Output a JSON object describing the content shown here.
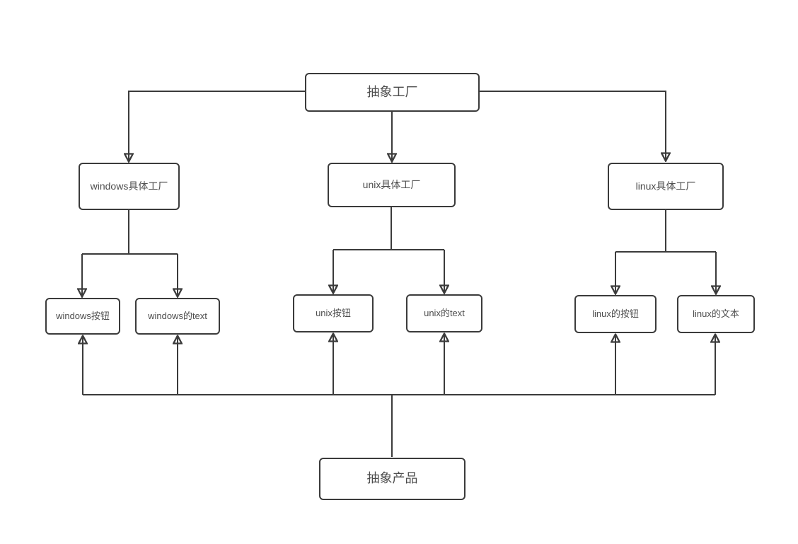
{
  "diagram_data": {
    "type": "flowchart",
    "title": "",
    "nodes": {
      "abstract_factory": {
        "label": "抽象工厂",
        "level": "root"
      },
      "windows_factory": {
        "label": "windows具体工厂",
        "level": "factory"
      },
      "unix_factory": {
        "label": "unix具体工厂",
        "level": "factory"
      },
      "linux_factory": {
        "label": "linux具体工厂",
        "level": "factory"
      },
      "windows_button": {
        "label": "windows按钮",
        "level": "product"
      },
      "windows_text": {
        "label": "windows的text",
        "level": "product"
      },
      "unix_button": {
        "label": "unix按钮",
        "level": "product"
      },
      "unix_text": {
        "label": "unix的text",
        "level": "product"
      },
      "linux_button": {
        "label": "linux的按钮",
        "level": "product"
      },
      "linux_text": {
        "label": "linux的文本",
        "level": "product"
      },
      "abstract_product": {
        "label": "抽象产品",
        "level": "root"
      }
    },
    "edges": [
      {
        "from": "abstract_factory",
        "to": "windows_factory",
        "arrow": "to"
      },
      {
        "from": "abstract_factory",
        "to": "unix_factory",
        "arrow": "to"
      },
      {
        "from": "abstract_factory",
        "to": "linux_factory",
        "arrow": "to"
      },
      {
        "from": "windows_factory",
        "to": "windows_button",
        "arrow": "to"
      },
      {
        "from": "windows_factory",
        "to": "windows_text",
        "arrow": "to"
      },
      {
        "from": "unix_factory",
        "to": "unix_button",
        "arrow": "to"
      },
      {
        "from": "unix_factory",
        "to": "unix_text",
        "arrow": "to"
      },
      {
        "from": "linux_factory",
        "to": "linux_button",
        "arrow": "to"
      },
      {
        "from": "linux_factory",
        "to": "linux_text",
        "arrow": "to"
      },
      {
        "from": "abstract_product",
        "to": "windows_button",
        "arrow": "to"
      },
      {
        "from": "abstract_product",
        "to": "windows_text",
        "arrow": "to"
      },
      {
        "from": "abstract_product",
        "to": "unix_button",
        "arrow": "to"
      },
      {
        "from": "abstract_product",
        "to": "unix_text",
        "arrow": "to"
      },
      {
        "from": "abstract_product",
        "to": "linux_button",
        "arrow": "to"
      },
      {
        "from": "abstract_product",
        "to": "linux_text",
        "arrow": "to"
      }
    ],
    "colors": {
      "line": "#3b3b3b",
      "node_border": "#3b3b3b",
      "node_fill": "#ffffff",
      "text": "#4d4d4d",
      "background": "#ffffff"
    }
  }
}
